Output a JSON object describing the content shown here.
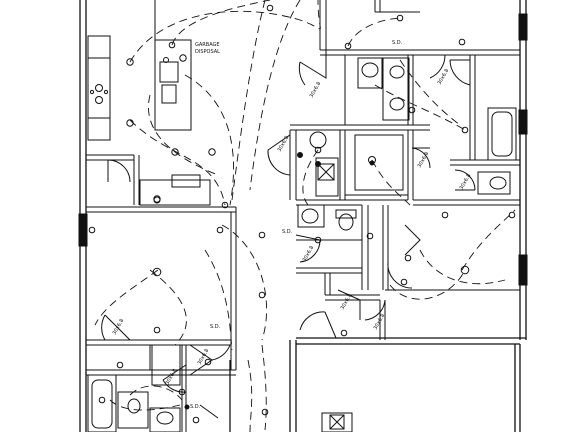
{
  "labels": {
    "garbage": "GARBAGE",
    "disposal": "DISPOSAL",
    "sd": "S.D.",
    "door_size": "30x6.8"
  },
  "colors": {
    "line": "#111111",
    "background": "#ffffff"
  }
}
